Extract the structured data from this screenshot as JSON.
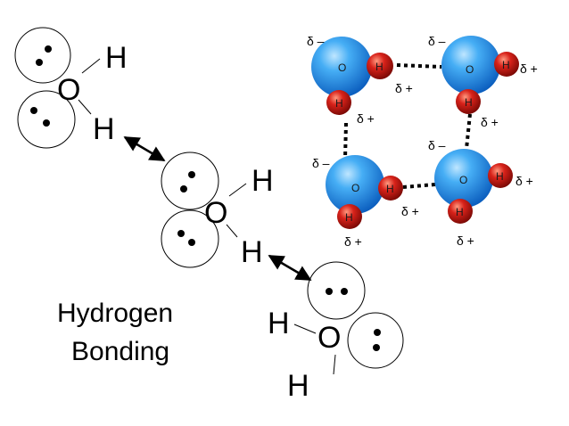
{
  "diagram": {
    "title_line1": "Hydrogen",
    "title_line2": "Bonding",
    "atoms": {
      "oxygen": "O",
      "hydrogen": "H"
    },
    "charges": {
      "negative": "δ –",
      "positive": "δ +"
    },
    "colors": {
      "oxygen_sphere": "#3aa0f0",
      "hydrogen_sphere": "#d21a0f",
      "line": "#000000",
      "background": "#ffffff"
    }
  }
}
